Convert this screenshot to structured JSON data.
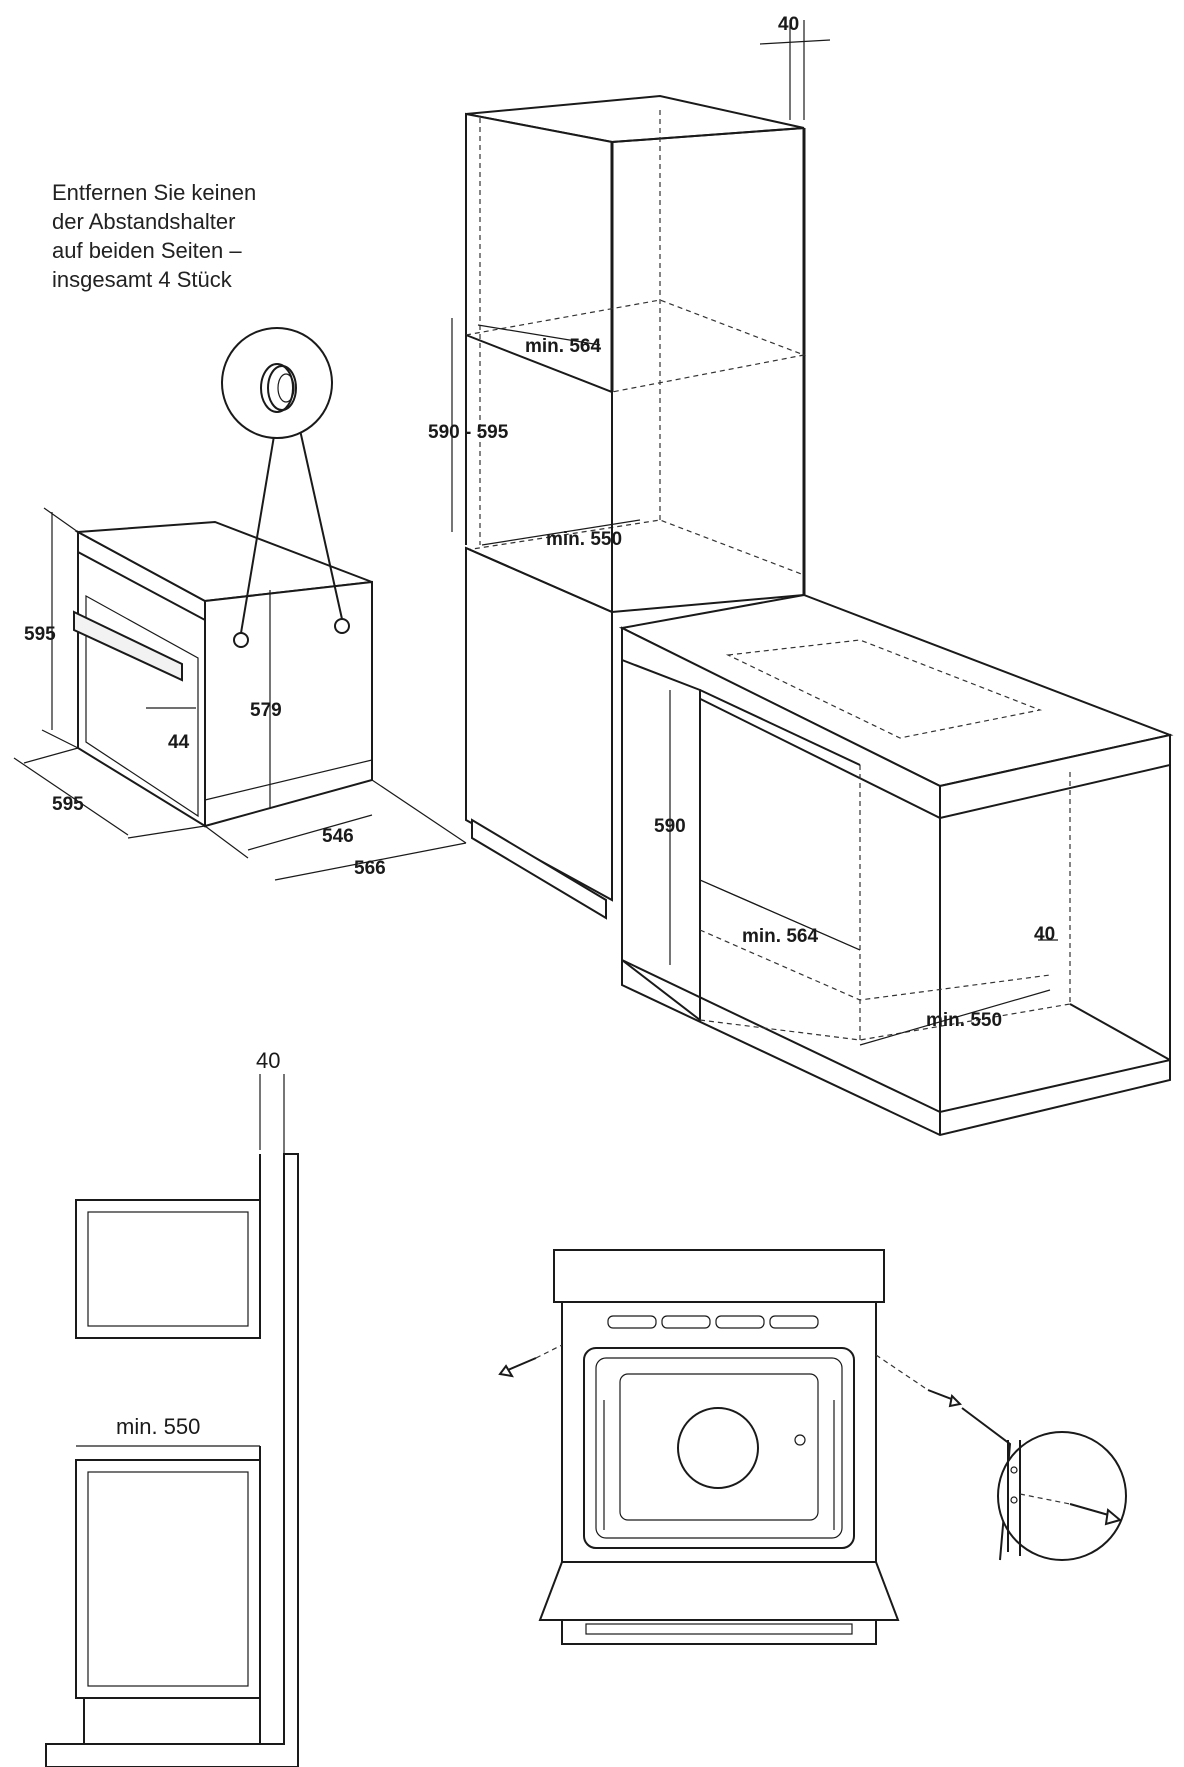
{
  "note": {
    "lines": [
      "Entfernen Sie keinen",
      "der Abstandshalter",
      "auf beiden Seiten –",
      "insgesamt 4 Stück"
    ]
  },
  "oven_dims": {
    "height": "595",
    "width": "595",
    "handle_depth": "44",
    "body_height": "579",
    "body_depth": "546",
    "total_depth": "566"
  },
  "cabinet_dims": {
    "top_gap": "40",
    "niche_width_upper": "min. 564",
    "niche_height_upper": "590 - 595",
    "niche_depth_upper": "min. 550",
    "niche_height_lower": "590",
    "niche_width_lower": "min. 564",
    "rear_gap_lower": "40",
    "niche_depth_lower": "min. 550"
  },
  "side_view": {
    "rear_gap": "40",
    "depth": "min. 550"
  }
}
